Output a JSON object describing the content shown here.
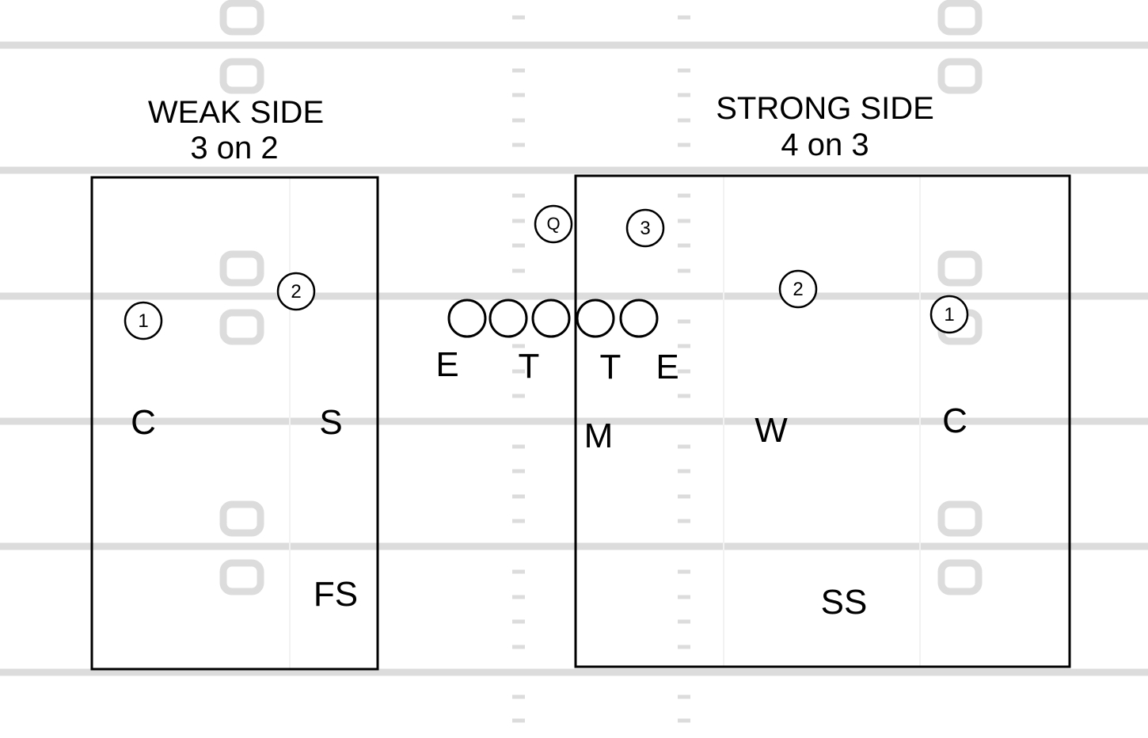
{
  "weak_side": {
    "title": "WEAK SIDE",
    "matchup": "3 on 2",
    "receivers": [
      "1",
      "2"
    ],
    "defenders": {
      "corner": "C",
      "safety": "S",
      "free_safety": "FS"
    }
  },
  "strong_side": {
    "title": "STRONG SIDE",
    "matchup": "4 on 3",
    "receivers": [
      "3",
      "2",
      "1"
    ],
    "defenders": {
      "will": "W",
      "mike": "M",
      "corner": "C",
      "strong_safety": "SS"
    }
  },
  "offense": {
    "quarterback": "Q"
  },
  "defensive_line": [
    "E",
    "T",
    "T",
    "E"
  ],
  "colors": {
    "field_lines": "#dcdcdc",
    "ink": "#000000",
    "background": "#ffffff"
  }
}
